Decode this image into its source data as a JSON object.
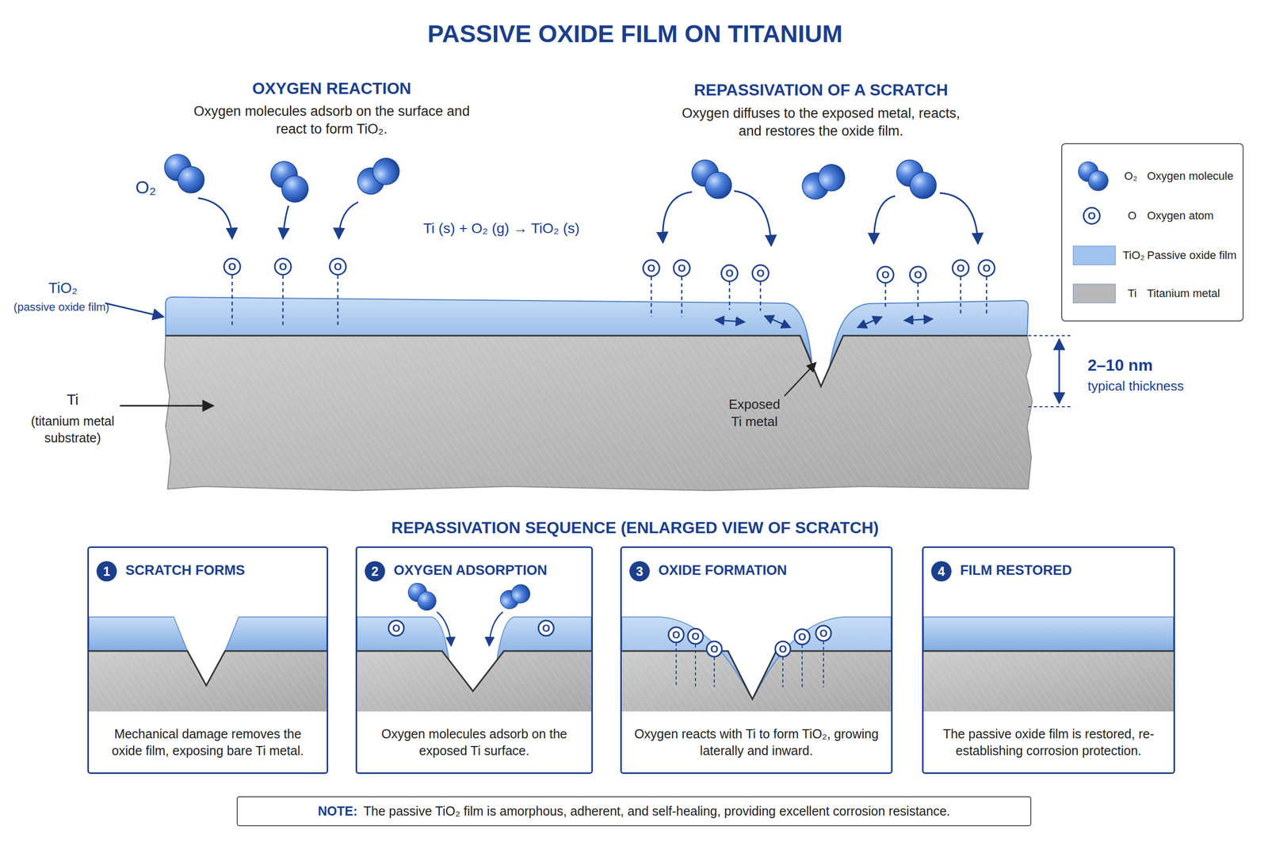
{
  "diagram": {
    "title": "PASSIVE OXIDE FILM ON TITANIUM",
    "nodes": [
      {
        "text": [
          "SCRATCH FORMS",
          "Mechanical damage removes the oxide film, exposing bare Ti metal."
        ]
      },
      {
        "text": [
          "1"
        ],
        "in": 0
      },
      {
        "text": [
          "OXYGEN ADSORPTION",
          "Oxygen molecules adsorb on the exposed Ti surface."
        ]
      },
      {
        "text": [
          "2"
        ],
        "in": 2
      },
      {
        "text": [
          "OXIDE FORMATION",
          "Oxygen reacts with Ti to form TiO₂, growing laterally and inward."
        ]
      },
      {
        "text": [
          "3"
        ],
        "in": 4
      },
      {
        "text": [
          "FILM RESTORED",
          "The passive oxide film is restored, re-establishing corrosion protection."
        ]
      },
      {
        "text": [
          "4"
        ],
        "in": 6
      },
      {
        "text": [
          "NOTE:",
          "The passive TiO₂ film is amorphous, adherent, and self-healing, providing excellent corrosion resistance."
        ]
      }
    ],
    "labels": [
      "OXYGEN REACTION",
      "Oxygen molecules adsorb on the surface and react to form TiO₂.",
      "O₂",
      "O",
      "O",
      "O",
      "Ti (s) + O₂ (g) → TiO₂ (s)",
      "REPASSIVATION OF A SCRATCH",
      "Oxygen diffuses to the exposed metal, reacts, and restores the oxide film.",
      "O",
      "O",
      "O",
      "O",
      "O",
      "O",
      "O",
      "O",
      "TiO₂",
      "(passive oxide film)",
      "Ti",
      "(titanium metal substrate)",
      "Exposed Ti metal",
      "2–10 nm",
      "typical thickness",
      "REPASSIVATION SEQUENCE (ENLARGED VIEW OF SCRATCH)",
      "O",
      "O",
      "O",
      "O",
      "O",
      "O",
      "O",
      "O",
      "O₂",
      "O",
      "O",
      "TiO₂",
      "Ti"
    ],
    "legend": [
      {
        "text": "Oxygen molecule"
      },
      {
        "text": "Oxygen atom"
      },
      {
        "text": "Passive oxide film",
        "color": "#9fc3ee"
      },
      {
        "text": "Titanium metal",
        "color": "#b8b8b8"
      }
    ]
  }
}
